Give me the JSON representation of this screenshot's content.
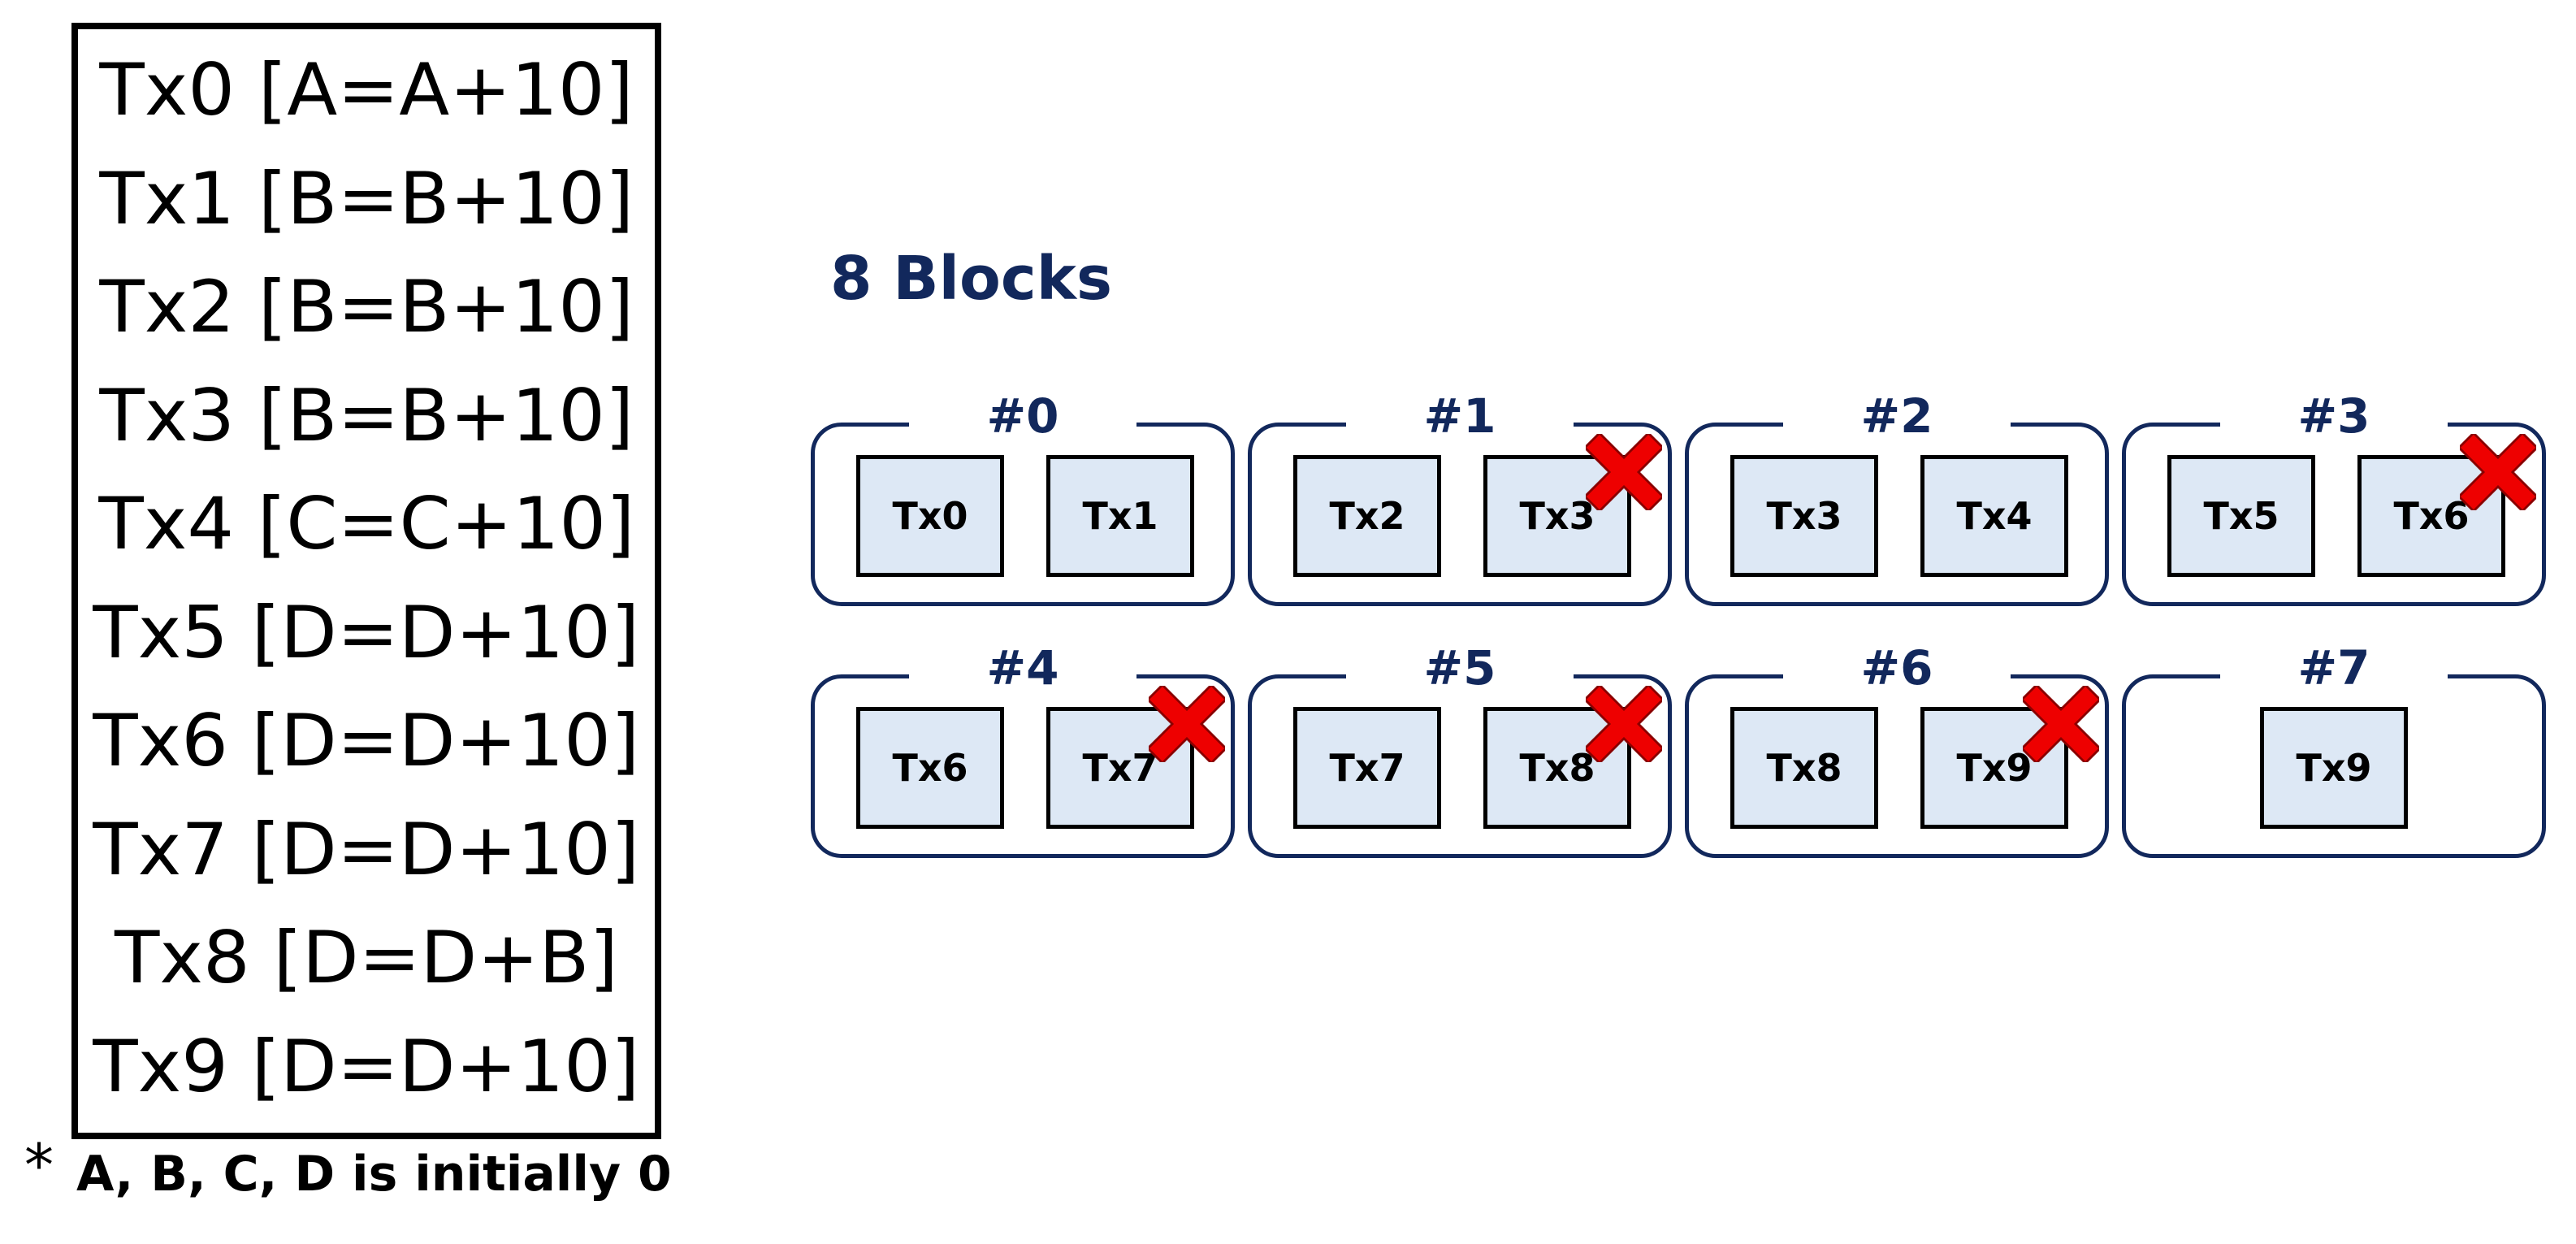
{
  "transactions": [
    "Tx0 [A=A+10]",
    "Tx1 [B=B+10]",
    "Tx2 [B=B+10]",
    "Tx3 [B=B+10]",
    "Tx4 [C=C+10]",
    "Tx5 [D=D+10]",
    "Tx6 [D=D+10]",
    "Tx7 [D=D+10]",
    "Tx8 [D=D+B]",
    "Tx9 [D=D+10]"
  ],
  "footnote": {
    "symbol": "*",
    "text": "A, B, C, D is initially 0"
  },
  "blocks_title": "8 Blocks",
  "blocks": [
    {
      "label": "#0",
      "txs": [
        {
          "name": "Tx0",
          "failed": false
        },
        {
          "name": "Tx1",
          "failed": false
        }
      ]
    },
    {
      "label": "#1",
      "txs": [
        {
          "name": "Tx2",
          "failed": false
        },
        {
          "name": "Tx3",
          "failed": true
        }
      ]
    },
    {
      "label": "#2",
      "txs": [
        {
          "name": "Tx3",
          "failed": false
        },
        {
          "name": "Tx4",
          "failed": false
        }
      ]
    },
    {
      "label": "#3",
      "txs": [
        {
          "name": "Tx5",
          "failed": false
        },
        {
          "name": "Tx6",
          "failed": true
        }
      ]
    },
    {
      "label": "#4",
      "txs": [
        {
          "name": "Tx6",
          "failed": false
        },
        {
          "name": "Tx7",
          "failed": true
        }
      ]
    },
    {
      "label": "#5",
      "txs": [
        {
          "name": "Tx7",
          "failed": false
        },
        {
          "name": "Tx8",
          "failed": true
        }
      ]
    },
    {
      "label": "#6",
      "txs": [
        {
          "name": "Tx8",
          "failed": false
        },
        {
          "name": "Tx9",
          "failed": true
        }
      ]
    },
    {
      "label": "#7",
      "txs": [
        {
          "name": "Tx9",
          "failed": false
        }
      ]
    }
  ],
  "colors": {
    "block_accent": "#12285c",
    "tx_fill": "#dde8f5",
    "fail_mark": "#ee0000"
  },
  "icons": {
    "fail_mark": "red-x-icon"
  }
}
